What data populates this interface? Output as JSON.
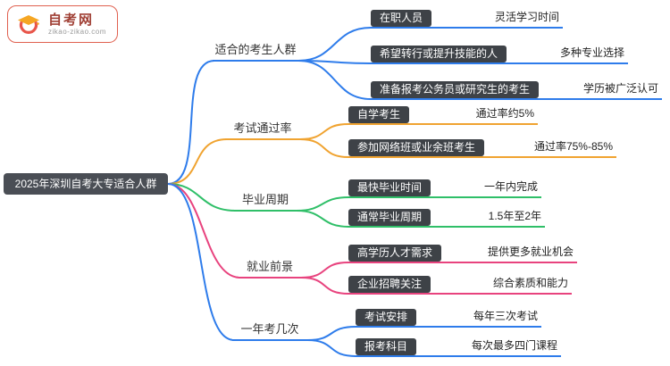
{
  "logo": {
    "name": "自考网",
    "domain": "zikao-zikao.com"
  },
  "root": {
    "label": "2025年深圳自考大专适合人群"
  },
  "colors": {
    "blue": "#2e7ceb",
    "orange": "#f0a330",
    "green": "#2fbf68",
    "pink": "#e8437e",
    "node_dark": "#3e4247",
    "root_bg": "#4a4e55",
    "logo_border": "#e0604f"
  },
  "branches": [
    {
      "label": "适合的考生人群",
      "color": "#2e7ceb",
      "items": [
        {
          "key": "在职人员",
          "value": "灵活学习时间"
        },
        {
          "key": "希望转行或提升技能的人",
          "value": "多种专业选择"
        },
        {
          "key": "准备报考公务员或研究生的考生",
          "value": "学历被广泛认可"
        }
      ]
    },
    {
      "label": "考试通过率",
      "color": "#f0a330",
      "items": [
        {
          "key": "自学考生",
          "value": "通过率约5%"
        },
        {
          "key": "参加网络班或业余班考生",
          "value": "通过率75%-85%"
        }
      ]
    },
    {
      "label": "毕业周期",
      "color": "#2fbf68",
      "items": [
        {
          "key": "最快毕业时间",
          "value": "一年内完成"
        },
        {
          "key": "通常毕业周期",
          "value": "1.5年至2年"
        }
      ]
    },
    {
      "label": "就业前景",
      "color": "#e8437e",
      "items": [
        {
          "key": "高学历人才需求",
          "value": "提供更多就业机会"
        },
        {
          "key": "企业招聘关注",
          "value": "综合素质和能力"
        }
      ]
    },
    {
      "label": "一年考几次",
      "color": "#2e7ceb",
      "items": [
        {
          "key": "考试安排",
          "value": "每年三次考试"
        },
        {
          "key": "报考科目",
          "value": "每次最多四门课程"
        }
      ]
    }
  ]
}
